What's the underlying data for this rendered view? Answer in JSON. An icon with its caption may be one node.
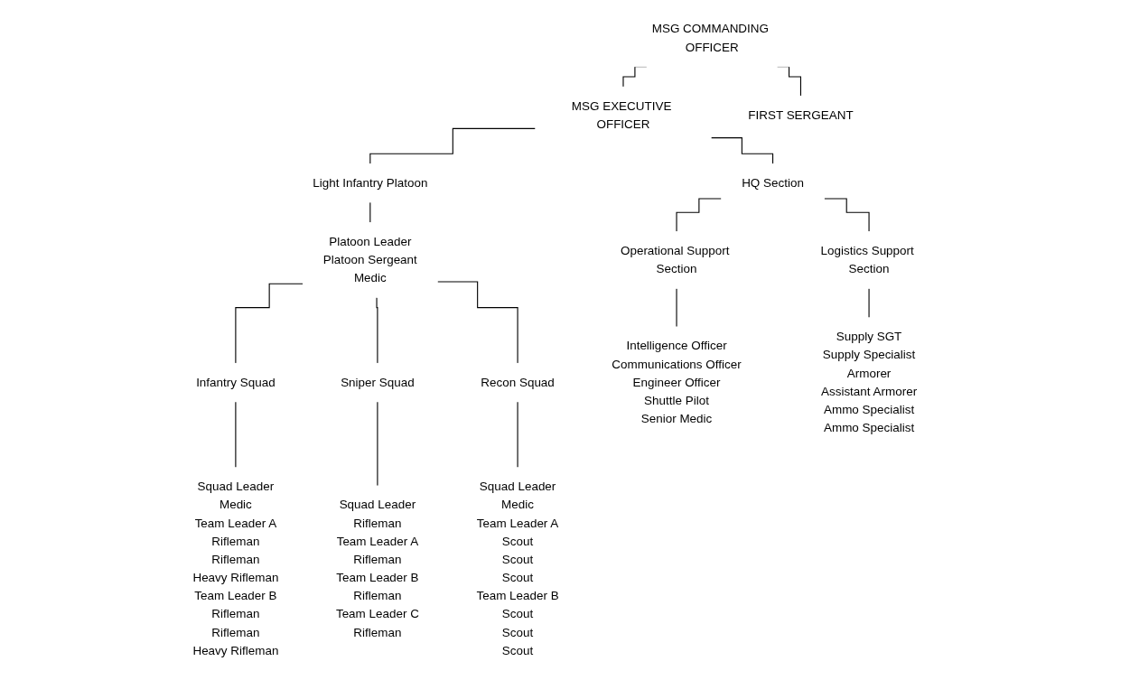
{
  "diagram": {
    "nodes": [
      {
        "text": [
          "MSG COMMANDING OFFICER"
        ]
      },
      {
        "text": [
          "MSG EXECUTIVE OFFICER"
        ]
      },
      {
        "text": [
          "FIRST SERGEANT"
        ]
      },
      {
        "text": [
          "Light Infantry Platoon"
        ]
      },
      {
        "text": [
          "Platoon Leader",
          "Platoon Sergeant",
          "Medic"
        ]
      },
      {
        "text": [
          "HQ Section"
        ]
      },
      {
        "text": [
          "Infantry Squad"
        ]
      },
      {
        "text": [
          "Sniper Squad"
        ]
      },
      {
        "text": [
          "Recon Squad"
        ]
      },
      {
        "text": [
          "Squad Leader",
          "Medic",
          "Team Leader A",
          "Rifleman",
          "Rifleman",
          "Heavy Rifleman",
          "Team Leader B",
          "Rifleman",
          "Rifleman",
          "Heavy Rifleman"
        ]
      },
      {
        "text": [
          "Squad Leader",
          "Rifleman",
          "Team Leader A",
          "Rifleman",
          "Team Leader B",
          "Rifleman",
          "Team Leader C",
          "Rifleman"
        ]
      },
      {
        "text": [
          "Squad Leader",
          "Medic",
          "Team Leader A",
          "Scout",
          "Scout",
          "Scout",
          "Team Leader B",
          "Scout",
          "Scout",
          "Scout"
        ]
      },
      {
        "text": [
          "Operational Support Section"
        ]
      },
      {
        "text": [
          "Logistics Support Section"
        ]
      },
      {
        "text": [
          "Intelligence Officer",
          "Communications Officer",
          "Engineer Officer",
          "Shuttle Pilot",
          "Senior Medic"
        ]
      },
      {
        "text": [
          "Supply SGT",
          "Supply Specialist",
          "Armorer",
          "Assistant Armorer",
          "Ammo Specialist",
          "Ammo Specialist"
        ]
      }
    ],
    "edges": [
      {
        "from": 0,
        "to": 1,
        "arrow": "none"
      },
      {
        "from": 0,
        "to": 2,
        "arrow": "none"
      },
      {
        "from": 1,
        "to": 3,
        "arrow": "none"
      },
      {
        "from": 1,
        "to": 5,
        "arrow": "none"
      },
      {
        "from": 3,
        "to": 4,
        "arrow": "none"
      },
      {
        "from": 4,
        "to": 6,
        "arrow": "none"
      },
      {
        "from": 4,
        "to": 7,
        "arrow": "none"
      },
      {
        "from": 4,
        "to": 8,
        "arrow": "none"
      },
      {
        "from": 6,
        "to": 9,
        "arrow": "none"
      },
      {
        "from": 7,
        "to": 10,
        "arrow": "none"
      },
      {
        "from": 8,
        "to": 11,
        "arrow": "none"
      },
      {
        "from": 5,
        "to": 12,
        "arrow": "none"
      },
      {
        "from": 5,
        "to": 13,
        "arrow": "none"
      },
      {
        "from": 12,
        "to": 14,
        "arrow": "none"
      },
      {
        "from": 13,
        "to": 15,
        "arrow": "none"
      }
    ]
  }
}
